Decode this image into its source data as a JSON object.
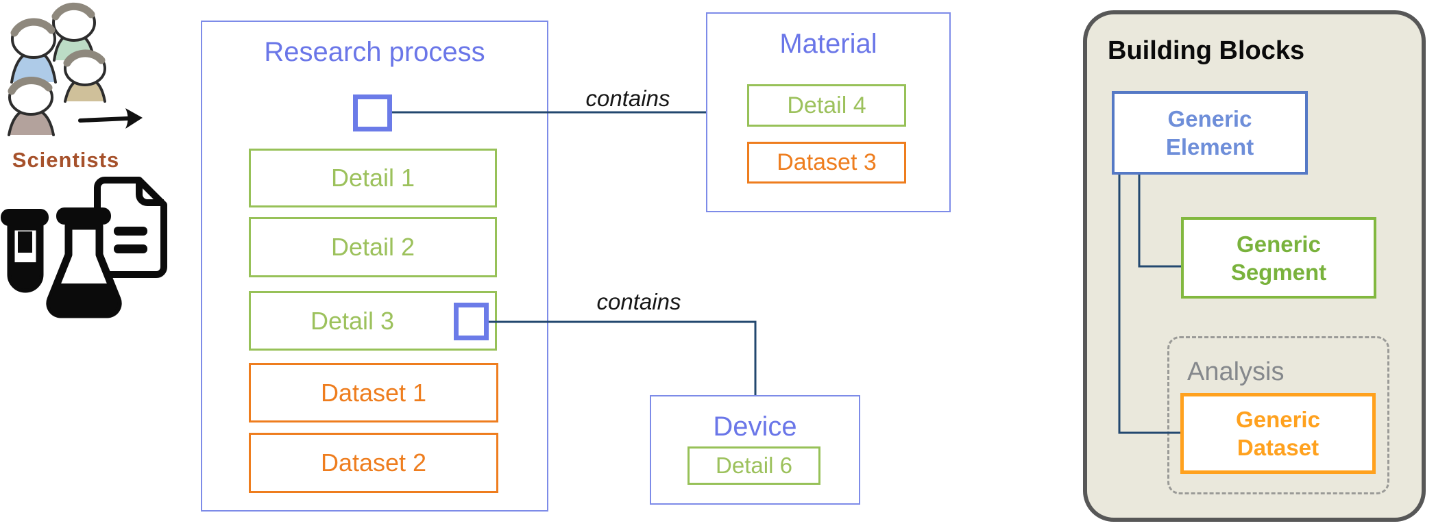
{
  "left_group": {
    "caption": "Scientists",
    "icons": [
      "scientists-group-icon",
      "arrow-right-icon",
      "test-tube-icon",
      "flask-icon",
      "document-icon"
    ]
  },
  "research_process": {
    "title": "Research process",
    "items": [
      {
        "label": "Detail 1",
        "type": "detail"
      },
      {
        "label": "Detail 2",
        "type": "detail"
      },
      {
        "label": "Detail 3",
        "type": "detail"
      },
      {
        "label": "Dataset 1",
        "type": "dataset"
      },
      {
        "label": "Dataset 2",
        "type": "dataset"
      }
    ]
  },
  "material": {
    "title": "Material",
    "items": [
      {
        "label": "Detail 4",
        "type": "detail"
      },
      {
        "label": "Dataset 3",
        "type": "dataset"
      }
    ]
  },
  "device": {
    "title": "Device",
    "items": [
      {
        "label": "Detail 6",
        "type": "detail"
      }
    ]
  },
  "edges": [
    {
      "label": "contains",
      "from": "research-process",
      "to": "material"
    },
    {
      "label": "contains",
      "from": "research-process-detail-3",
      "to": "device"
    }
  ],
  "building_blocks": {
    "title": "Building Blocks",
    "element": {
      "line1": "Generic",
      "line2": "Element"
    },
    "segment": {
      "line1": "Generic",
      "line2": "Segment"
    },
    "analysis": {
      "label": "Analysis"
    },
    "dataset": {
      "line1": "Generic",
      "line2": "Dataset"
    }
  },
  "colors": {
    "entity_border_blue": "#7D8BE8",
    "entity_title_blue": "#6A76E8",
    "detail_green": "#9CC15C",
    "dataset_orange": "#EE7D1E",
    "connector_navy": "#23486F",
    "panel_background": "#EAE8DC",
    "panel_border_gray": "#575757",
    "generic_element_blue": "#5579C5",
    "generic_segment_green": "#79B23C",
    "generic_dataset_orange": "#FFA11E",
    "analysis_gray": "#85888C",
    "scientists_brown": "#A6512B"
  }
}
